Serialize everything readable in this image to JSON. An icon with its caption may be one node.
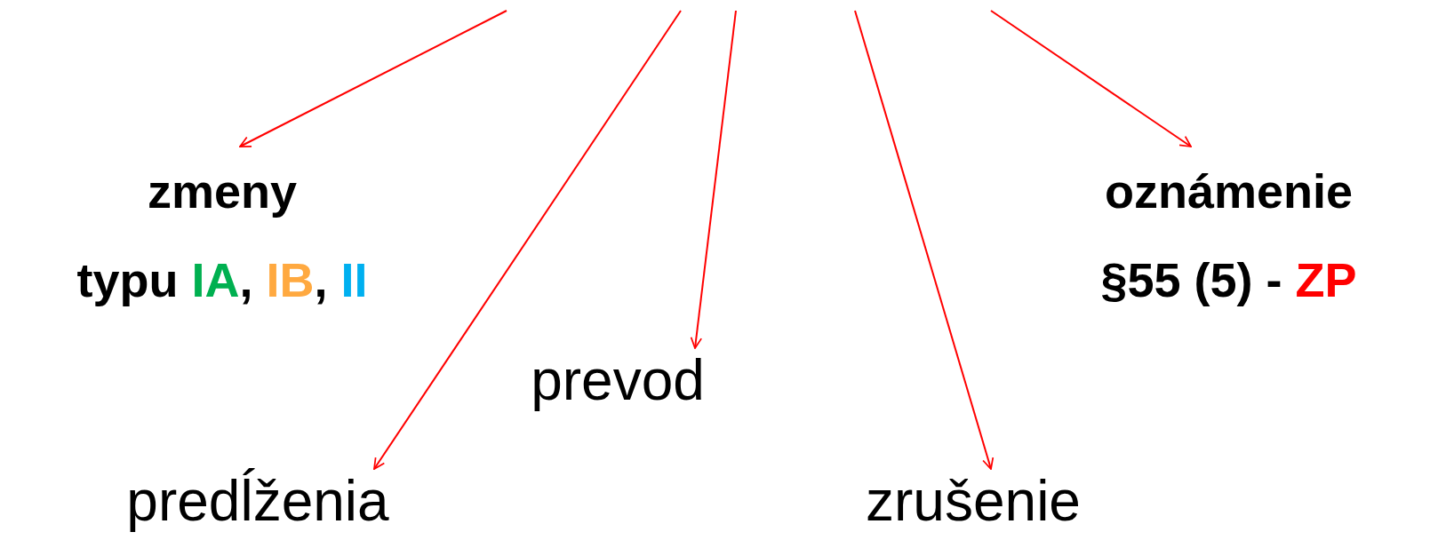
{
  "diagram": {
    "nodes": [
      {
        "text": [
          "zmeny",
          "typu IA, IB, II"
        ]
      },
      {
        "text": [
          "oznámenie",
          "§55 (5) - ZP"
        ]
      },
      {
        "text": [
          "prevod"
        ]
      },
      {
        "text": [
          "predĺženia"
        ]
      },
      {
        "text": [
          "zrušenie"
        ]
      }
    ],
    "edges": [
      {
        "from": null,
        "to": 0,
        "arrow": "to"
      },
      {
        "from": null,
        "to": 3,
        "arrow": "to"
      },
      {
        "from": null,
        "to": 2,
        "arrow": "to"
      },
      {
        "from": null,
        "to": 4,
        "arrow": "to"
      },
      {
        "from": null,
        "to": 1,
        "arrow": "to"
      }
    ]
  }
}
